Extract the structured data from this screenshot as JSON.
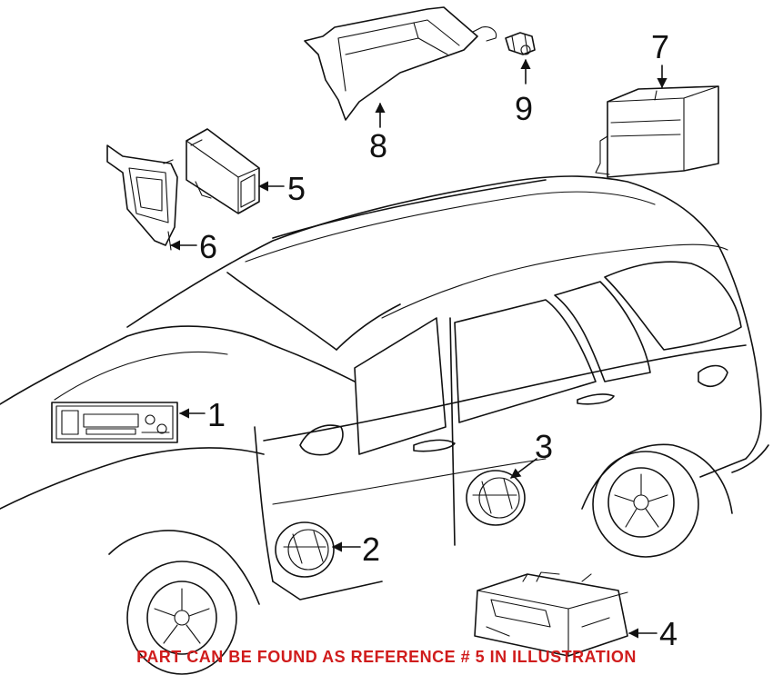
{
  "callouts": [
    "1",
    "2",
    "3",
    "4",
    "5",
    "6",
    "7",
    "8",
    "9"
  ],
  "caption": "PART CAN BE FOUND AS REFERENCE # 5 IN ILLUSTRATION",
  "colors": {
    "line": "#111111",
    "caption": "#d01c1c",
    "background": "#ffffff"
  }
}
